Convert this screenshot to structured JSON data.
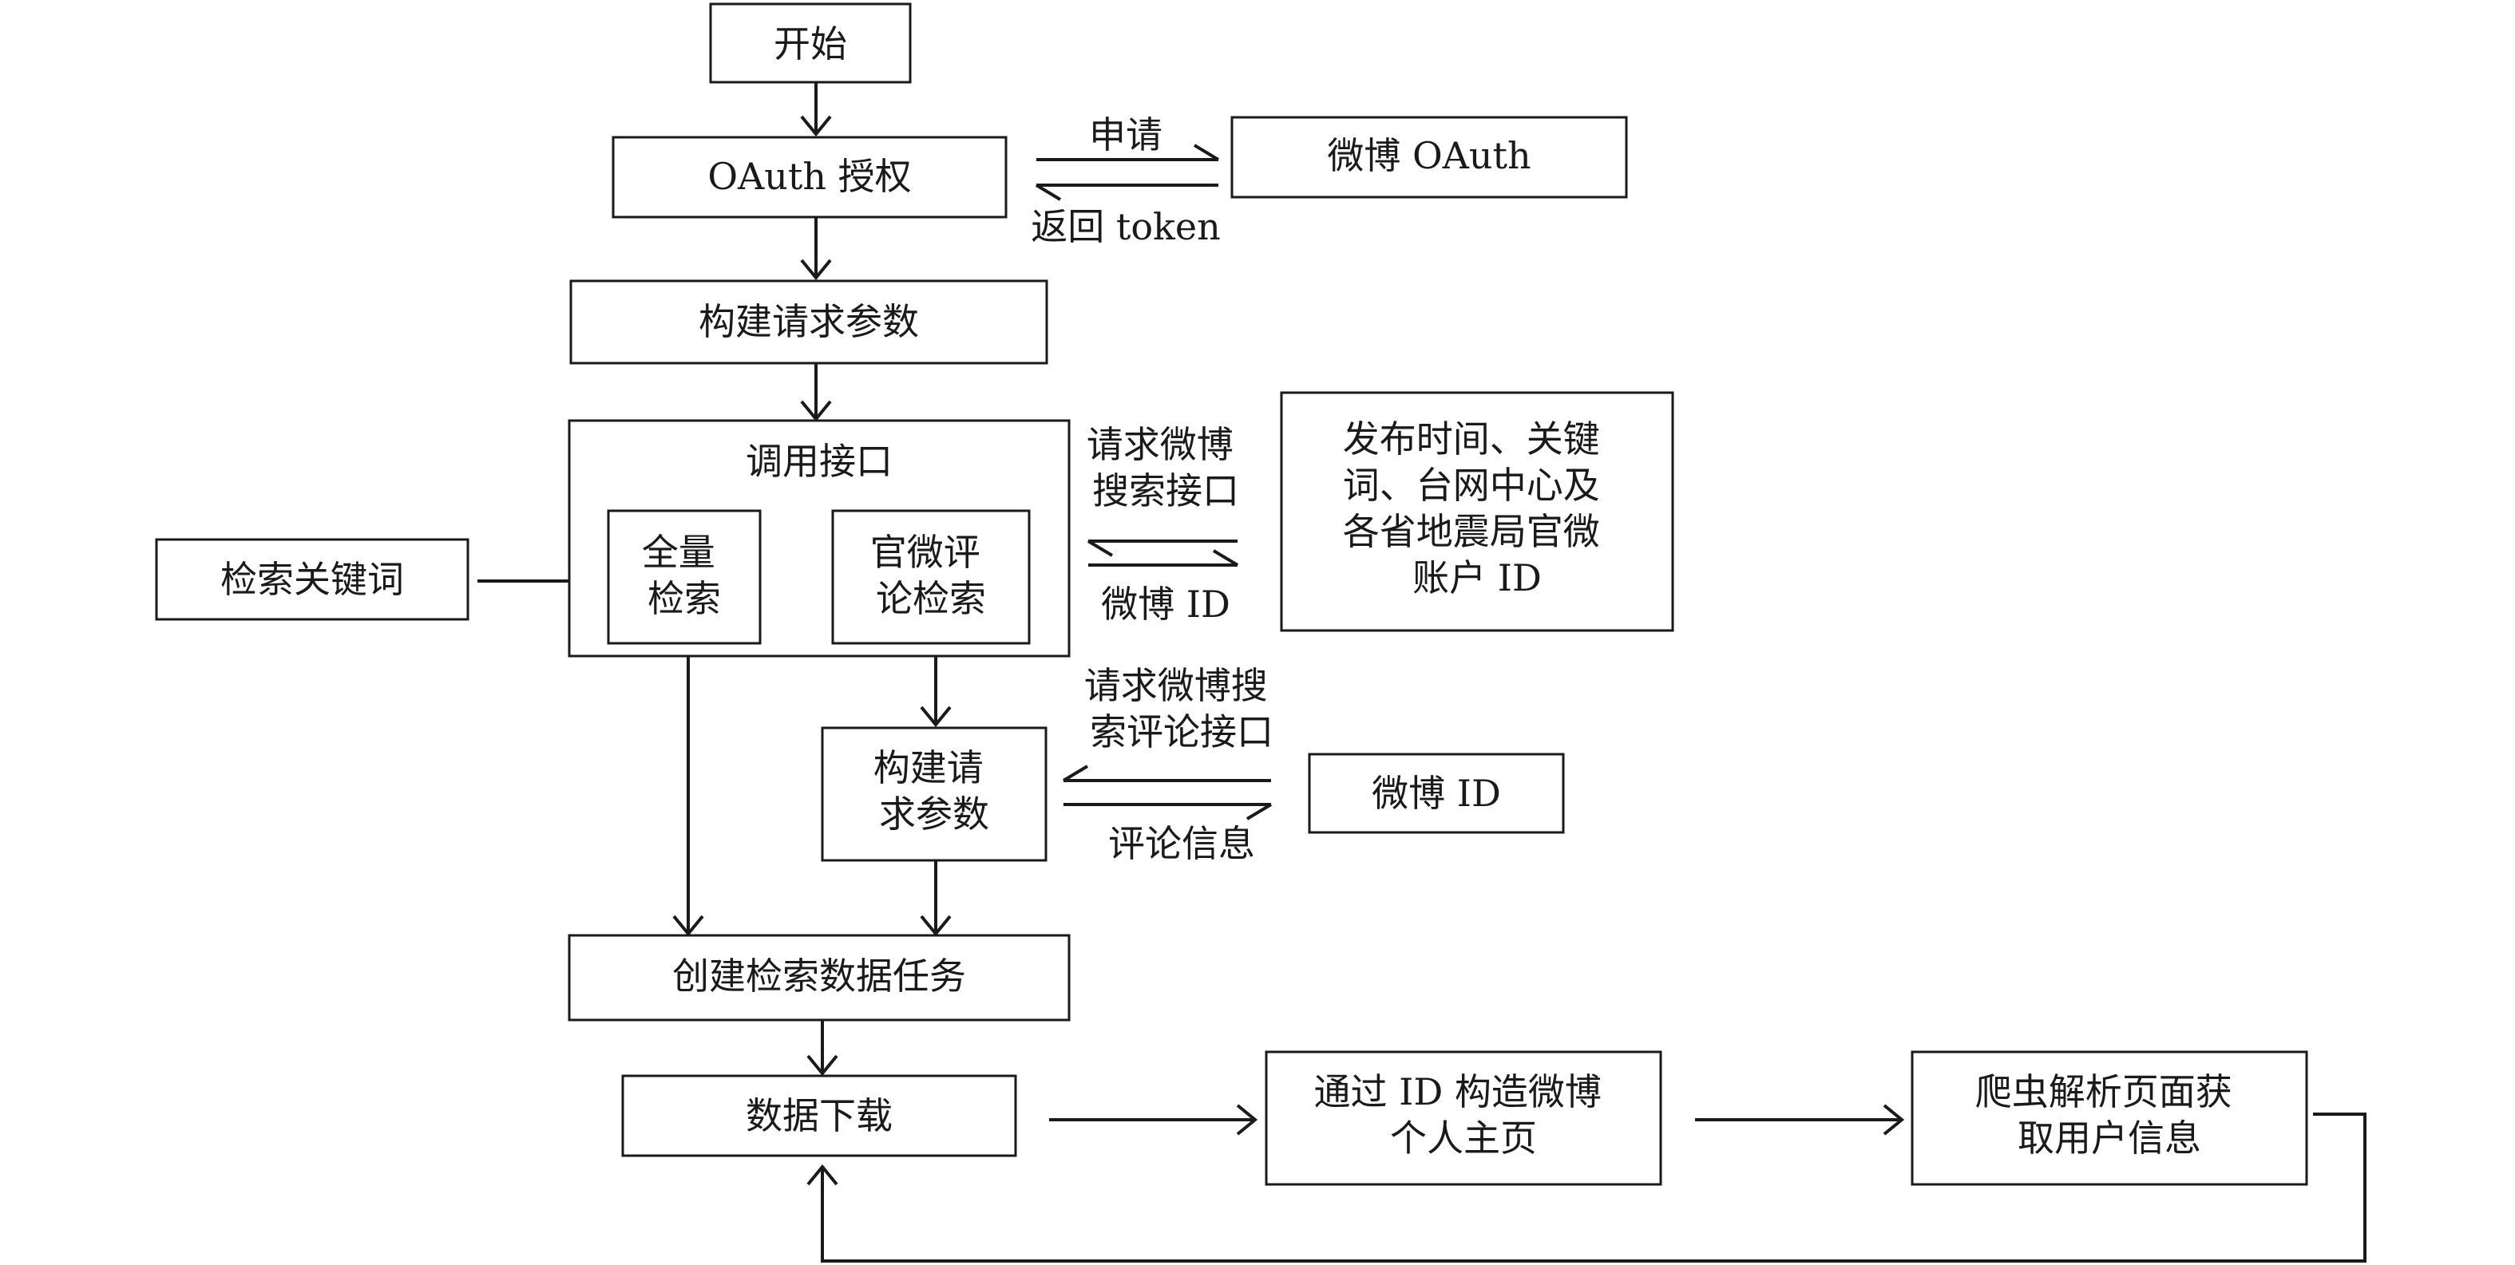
{
  "nodes": {
    "start": [
      "开始"
    ],
    "oauth": [
      "OAuth 授权"
    ],
    "weibo_oauth": [
      "微博 OAuth"
    ],
    "build_params": [
      "构建请求参数"
    ],
    "call_api": [
      "调用接口"
    ],
    "full_search": [
      "全量",
      "检索"
    ],
    "official_comment_search": [
      "官微评",
      "论检索"
    ],
    "search_keywords": [
      "检索关键词"
    ],
    "publish_info": [
      "发布时间、关键",
      "词、台网中心及",
      "各省地震局官微",
      "账户 ID"
    ],
    "build_params_2": [
      "构建请",
      "求参数"
    ],
    "weibo_id": [
      "微博 ID"
    ],
    "create_task": [
      "创建检索数据任务"
    ],
    "data_download": [
      "数据下载"
    ],
    "construct_homepage": [
      "通过 ID 构造微博",
      "个人主页"
    ],
    "crawler_parse": [
      "爬虫解析页面获",
      "取用户信息"
    ]
  },
  "edge_labels": {
    "apply": [
      "申请"
    ],
    "return_token": [
      "返回 token"
    ],
    "request_search_api": [
      "请求微博",
      "搜索接口"
    ],
    "weibo_id_return": [
      "微博 ID"
    ],
    "request_comment_api": [
      "请求微博搜",
      "索评论接口"
    ],
    "comment_info": [
      "评论信息"
    ]
  }
}
